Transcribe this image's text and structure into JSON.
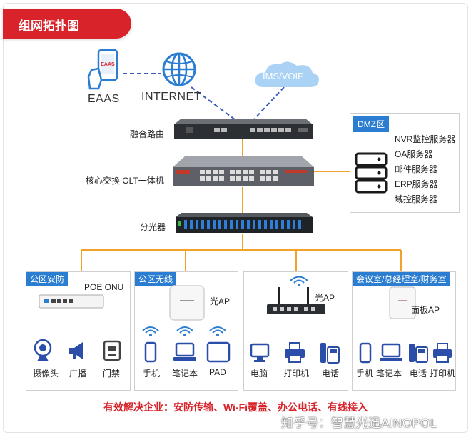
{
  "header": {
    "title": "组网拓扑图"
  },
  "top": {
    "eaas_label": "EAAS",
    "eaas_phone_text": "EAAS",
    "internet_label": "INTERNET",
    "cloud_label": "IMS/VOIP"
  },
  "devices": {
    "router": "融合路由",
    "switch": "核心交换 OLT一体机",
    "splitter": "分光器"
  },
  "dmz": {
    "tag": "DMZ区",
    "servers": [
      "NVR监控服务器",
      "OA服务器",
      "邮件服务器",
      "ERP服务器",
      "域控服务器"
    ]
  },
  "zones": {
    "security": {
      "tag": "公区安防",
      "device": "POE ONU",
      "endpoints": [
        "摄像头",
        "广播",
        "门禁"
      ]
    },
    "wireless": {
      "tag": "公区无线",
      "device": "光AP",
      "endpoints": [
        "手机",
        "笔记本",
        "PAD"
      ]
    },
    "office": {
      "device": "光AP",
      "endpoints": [
        "电脑",
        "打印机",
        "电话"
      ]
    },
    "meeting": {
      "tag": "会议室/总经理室/财务室",
      "device": "面板AP",
      "endpoints": [
        "手机",
        "笔记本",
        "电话",
        "打印机"
      ]
    }
  },
  "footer": {
    "slogan": "有效解决企业：安防传输、Wi-Fi覆盖、办公电话、有线接入"
  },
  "watermark": "知乎号：智慧光迅AINOPOL",
  "colors": {
    "accent_red": "#d8232a",
    "tag_blue": "#2b7dd1",
    "link_orange": "#f2a12a",
    "link_blue": "#3a5bbf"
  }
}
